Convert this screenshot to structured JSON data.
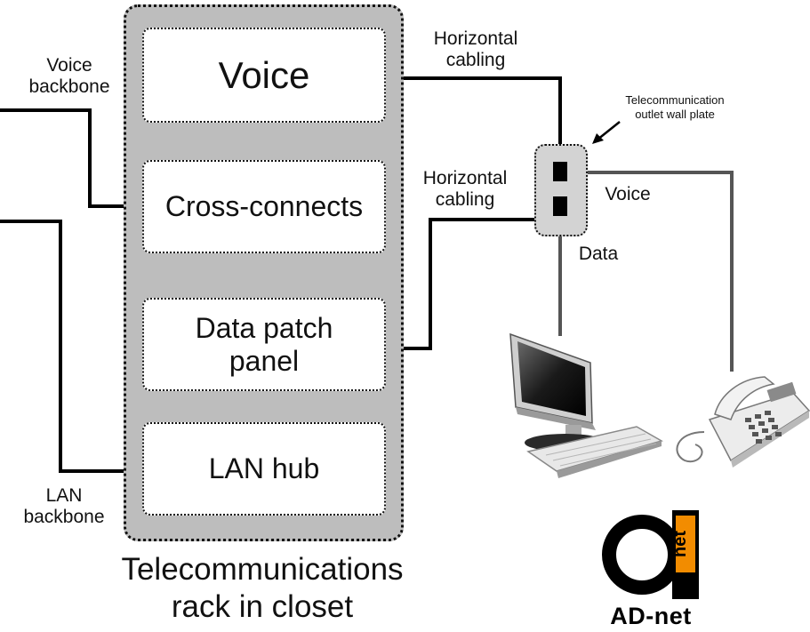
{
  "diagram": {
    "rack_caption_line1": "Telecommunications",
    "rack_caption_line2": "rack in closet",
    "rack_sections": {
      "voice": "Voice",
      "cross_connects": "Cross-connects",
      "data_patch_line1": "Data patch",
      "data_patch_line2": "panel",
      "lan_hub": "LAN hub"
    },
    "labels": {
      "voice_backbone_line1": "Voice",
      "voice_backbone_line2": "backbone",
      "lan_backbone_line1": "LAN",
      "lan_backbone_line2": "backbone",
      "horizontal_cabling_top_line1": "Horizontal",
      "horizontal_cabling_top_line2": "cabling",
      "horizontal_cabling_mid_line1": "Horizontal",
      "horizontal_cabling_mid_line2": "cabling",
      "outlet_line1": "Telecommunication",
      "outlet_line2": "outlet wall plate",
      "voice_jack": "Voice",
      "data_jack": "Data"
    },
    "icons": [
      "computer-icon",
      "telephone-icon",
      "adnet-logo-icon"
    ],
    "logo": {
      "mark_text": "net",
      "brand": "AD-net",
      "accent_color": "#f28c00"
    },
    "colors": {
      "rack_fill": "#bdbdbd",
      "plate_fill": "#d3d3d3",
      "backbone_cable": "#000000",
      "device_cable": "#555555"
    }
  }
}
